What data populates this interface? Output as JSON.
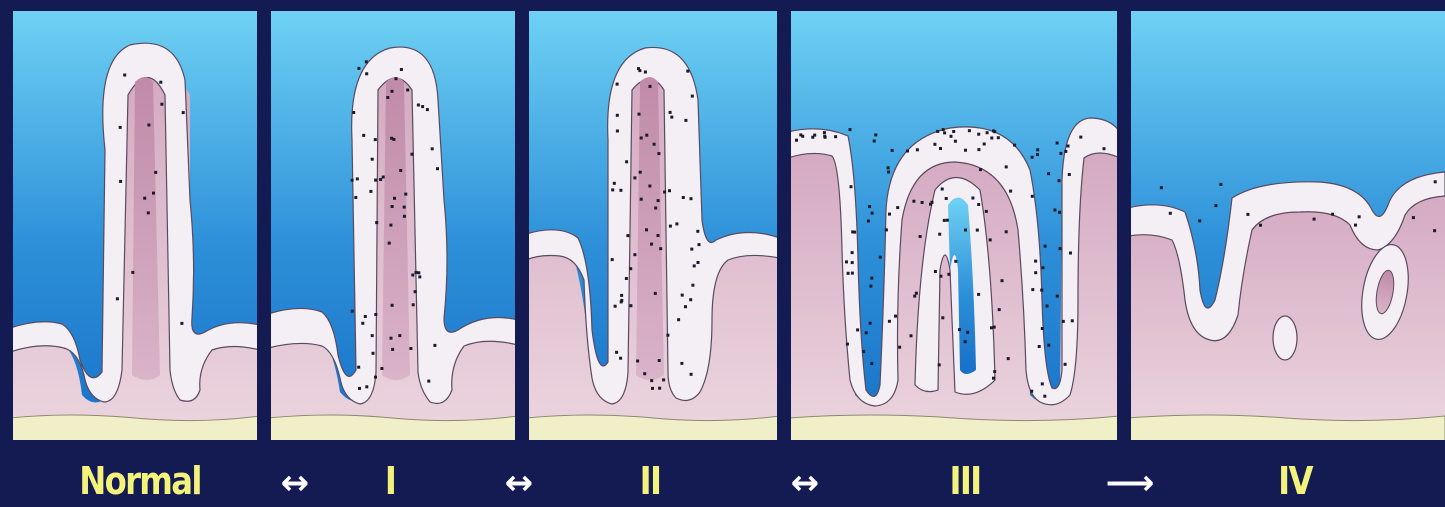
{
  "figure": {
    "stages": [
      {
        "label": "Normal"
      },
      {
        "label": "I"
      },
      {
        "label": "II"
      },
      {
        "label": "III"
      },
      {
        "label": "IV"
      }
    ],
    "arrows": [
      {
        "symbol": "↔",
        "meaning": "reversible"
      },
      {
        "symbol": "↔",
        "meaning": "reversible"
      },
      {
        "symbol": "↔",
        "meaning": "reversible"
      },
      {
        "symbol": "⟶",
        "meaning": "progression"
      }
    ]
  },
  "colors": {
    "page_background": "#141a52",
    "lumen_top": "#6fd2f4",
    "lumen_bottom": "#1770c8",
    "mucosa": "#e2c4d2",
    "villus_core": "#c895b2",
    "epithelium": "#f4eef5",
    "outline": "#5a4a60",
    "submucosa": "#f0efc8",
    "lymphocyte_dot": "#1b1b2b",
    "label_yellow": "#f3f27a",
    "arrow_white": "#ffffff"
  }
}
